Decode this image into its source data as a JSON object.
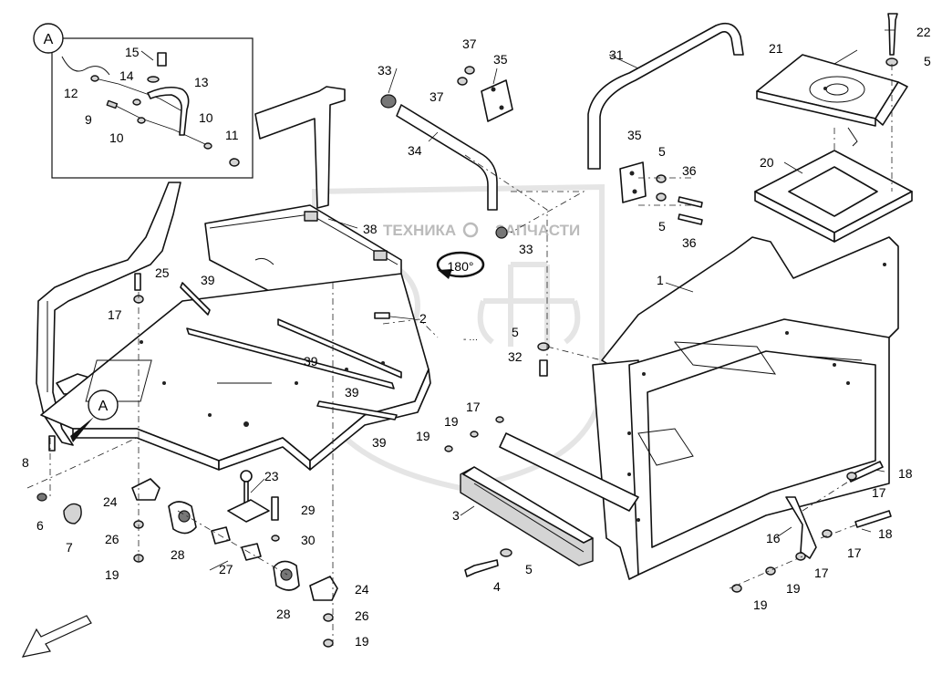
{
  "watermark": {
    "text_left": "ТЕХНИКА",
    "text_right": "ЗАПЧАСТИ",
    "logo_letters": "ЭПФ"
  },
  "rotation_label": "180°",
  "detail_marker": "A",
  "detail_callouts": [
    {
      "id": "c15",
      "label": "15"
    },
    {
      "id": "c14",
      "label": "14"
    },
    {
      "id": "c12",
      "label": "12"
    },
    {
      "id": "c13",
      "label": "13"
    },
    {
      "id": "c9",
      "label": "9"
    },
    {
      "id": "c10a",
      "label": "10"
    },
    {
      "id": "c10b",
      "label": "10"
    },
    {
      "id": "c11",
      "label": "11"
    }
  ],
  "callouts": [
    {
      "id": "n37a",
      "label": "37"
    },
    {
      "id": "n37b",
      "label": "37"
    },
    {
      "id": "n35a",
      "label": "35"
    },
    {
      "id": "n33a",
      "label": "33"
    },
    {
      "id": "n34",
      "label": "34"
    },
    {
      "id": "n31",
      "label": "31"
    },
    {
      "id": "n35b",
      "label": "35"
    },
    {
      "id": "n5a",
      "label": "5"
    },
    {
      "id": "n5b",
      "label": "5"
    },
    {
      "id": "n36a",
      "label": "36"
    },
    {
      "id": "n36b",
      "label": "36"
    },
    {
      "id": "n22",
      "label": "22"
    },
    {
      "id": "n5c",
      "label": "5"
    },
    {
      "id": "n21",
      "label": "21"
    },
    {
      "id": "n20",
      "label": "20"
    },
    {
      "id": "n38",
      "label": "38"
    },
    {
      "id": "n33b",
      "label": "33"
    },
    {
      "id": "n25",
      "label": "25"
    },
    {
      "id": "n39a",
      "label": "39"
    },
    {
      "id": "n17a",
      "label": "17"
    },
    {
      "id": "n2",
      "label": "2"
    },
    {
      "id": "n1",
      "label": "1"
    },
    {
      "id": "n5d",
      "label": "5"
    },
    {
      "id": "n32",
      "label": "32"
    },
    {
      "id": "n39b",
      "label": "39"
    },
    {
      "id": "n39c",
      "label": "39"
    },
    {
      "id": "n39d",
      "label": "39"
    },
    {
      "id": "n17b",
      "label": "17"
    },
    {
      "id": "n19a",
      "label": "19"
    },
    {
      "id": "n19b",
      "label": "19"
    },
    {
      "id": "n8",
      "label": "8"
    },
    {
      "id": "n23",
      "label": "23"
    },
    {
      "id": "n24a",
      "label": "24"
    },
    {
      "id": "n29",
      "label": "29"
    },
    {
      "id": "n6",
      "label": "6"
    },
    {
      "id": "n7",
      "label": "7"
    },
    {
      "id": "n26a",
      "label": "26"
    },
    {
      "id": "n28a",
      "label": "28"
    },
    {
      "id": "n30",
      "label": "30"
    },
    {
      "id": "n19c",
      "label": "19"
    },
    {
      "id": "n27",
      "label": "27"
    },
    {
      "id": "n28b",
      "label": "28"
    },
    {
      "id": "n24b",
      "label": "24"
    },
    {
      "id": "n26b",
      "label": "26"
    },
    {
      "id": "n19d",
      "label": "19"
    },
    {
      "id": "n3",
      "label": "3"
    },
    {
      "id": "n5e",
      "label": "5"
    },
    {
      "id": "n4",
      "label": "4"
    },
    {
      "id": "n18a",
      "label": "18"
    },
    {
      "id": "n17c",
      "label": "17"
    },
    {
      "id": "n16",
      "label": "16"
    },
    {
      "id": "n18b",
      "label": "18"
    },
    {
      "id": "n17d",
      "label": "17"
    },
    {
      "id": "n17e",
      "label": "17"
    },
    {
      "id": "n19e",
      "label": "19"
    },
    {
      "id": "n19f",
      "label": "19"
    }
  ]
}
